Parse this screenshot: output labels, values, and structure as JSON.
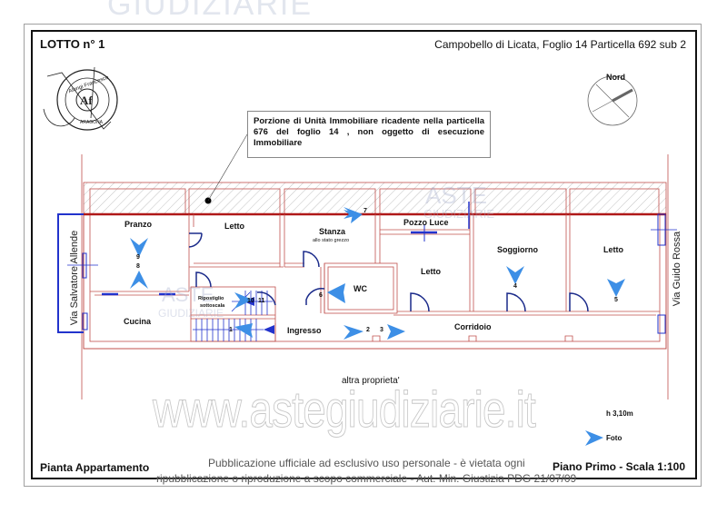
{
  "watermark": {
    "top": "GIUDIZIARIE",
    "center": "www.astegiudiziarie.it",
    "overlay_aste": "ASTE",
    "overlay_giudiziarie": "GIUDIZIARIE"
  },
  "header": {
    "lot": "LOTTO n° 1",
    "location": "Campobello di Licata, Foglio 14 Particella 692 sub 2"
  },
  "compass": {
    "label": "Nord"
  },
  "stamp": {
    "text_ring": "ARCHITETTI DELLA PROVINCIA DI AGRIGENTO",
    "name": "Arch. Alongi Francesco",
    "city": "ARAGONA",
    "initials": "Af"
  },
  "note": {
    "text": "Porzione di Unità Immobiliare ricadente nella particella 676 del foglio 14 , non oggetto di esecuzione Immobiliare"
  },
  "streets": {
    "left": "Via Salvatore Allende",
    "right": "Via Guido Rossa"
  },
  "rooms": [
    {
      "name": "Pranzo"
    },
    {
      "name": "Letto"
    },
    {
      "name": "Stanza",
      "sub": "allo stato grezzo"
    },
    {
      "name": "Pozzo Luce"
    },
    {
      "name": "Soggiorno"
    },
    {
      "name": "Letto"
    },
    {
      "name": "WC"
    },
    {
      "name": "Letto"
    },
    {
      "name": "Ripostiglio",
      "sub": "sottoscala"
    },
    {
      "name": "Cucina"
    },
    {
      "name": "Ingresso"
    },
    {
      "name": "Corridoio"
    }
  ],
  "photo_points": [
    "9",
    "8",
    "7",
    "6",
    "4",
    "5",
    "2",
    "3",
    "1",
    "10",
    "11"
  ],
  "below_plan": "altra proprieta'",
  "legend": {
    "height": "h 3,10m",
    "foto": "Foto"
  },
  "footer": {
    "left": "Pianta Appartamento",
    "right": "Piano Primo - Scala 1:100",
    "publication_line1": "Pubblicazione ufficiale ad esclusivo uso personale - è vietata ogni",
    "publication_line2": "ripubblicazione o riproduzione a scopo commerciale - Aut. Min. Giustizia PDG 21/07/09"
  },
  "colors": {
    "wall": "#c0504d",
    "red_line": "#b01818",
    "door": "#1a2a8a",
    "window": "#2233cc",
    "arrow": "#3d8fe6",
    "hatch": "#999999"
  }
}
